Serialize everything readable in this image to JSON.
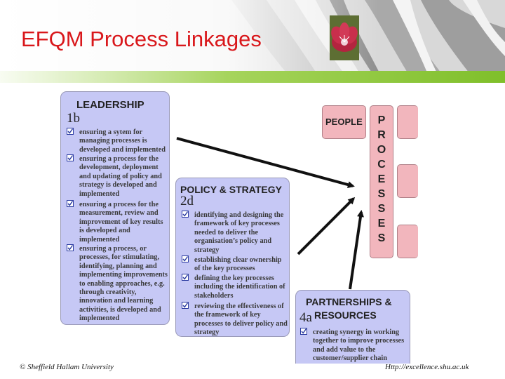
{
  "slide": {
    "title": "EFQM Process Linkages",
    "footer_left": "© Sheffield Hallam University",
    "footer_right": "Http://excellence.shu.ac.uk"
  },
  "leadership": {
    "title": "LEADERSHIP",
    "criterion": "1b",
    "items": [
      "ensuring a sytem for managing processes is developed and implemented",
      "ensuring a process for the development, deployment and updating of policy and strategy is developed and implemented",
      "ensuring a process for the measurement, review and improvement of key results is developed and implemented",
      "ensuring a process, or processes, for stimulating, identifying, planning and implementing improvements to enabling approaches, e.g. through creativity, innovation and learning activities, is developed and implemented"
    ]
  },
  "policy": {
    "title": "POLICY & STRATEGY",
    "criterion": "2d",
    "items": [
      "identifying and designing the framework of key processes needed to deliver the organisation’s policy and strategy",
      "establishing clear ownership of the key processes",
      "defining the key processes including the identification of stakeholders",
      "reviewing the effectiveness of the framework of key processes to deliver policy and strategy"
    ]
  },
  "partnerships": {
    "title_line1": "PARTNERSHIPS &",
    "title_line2": "RESOURCES",
    "criterion": "4a",
    "items": [
      "creating synergy in working together to improve processes and add value to the customer/supplier chain"
    ]
  },
  "people": {
    "label": "PEOPLE"
  },
  "processes": {
    "letters": [
      "P",
      "R",
      "O",
      "C",
      "E",
      "S",
      "S",
      "E",
      "S"
    ]
  },
  "colors": {
    "title_red": "#d9171b",
    "box_fill": "#c6c8f5",
    "pink_fill": "#f2b6bd",
    "divider_green": "#8ec63f"
  }
}
